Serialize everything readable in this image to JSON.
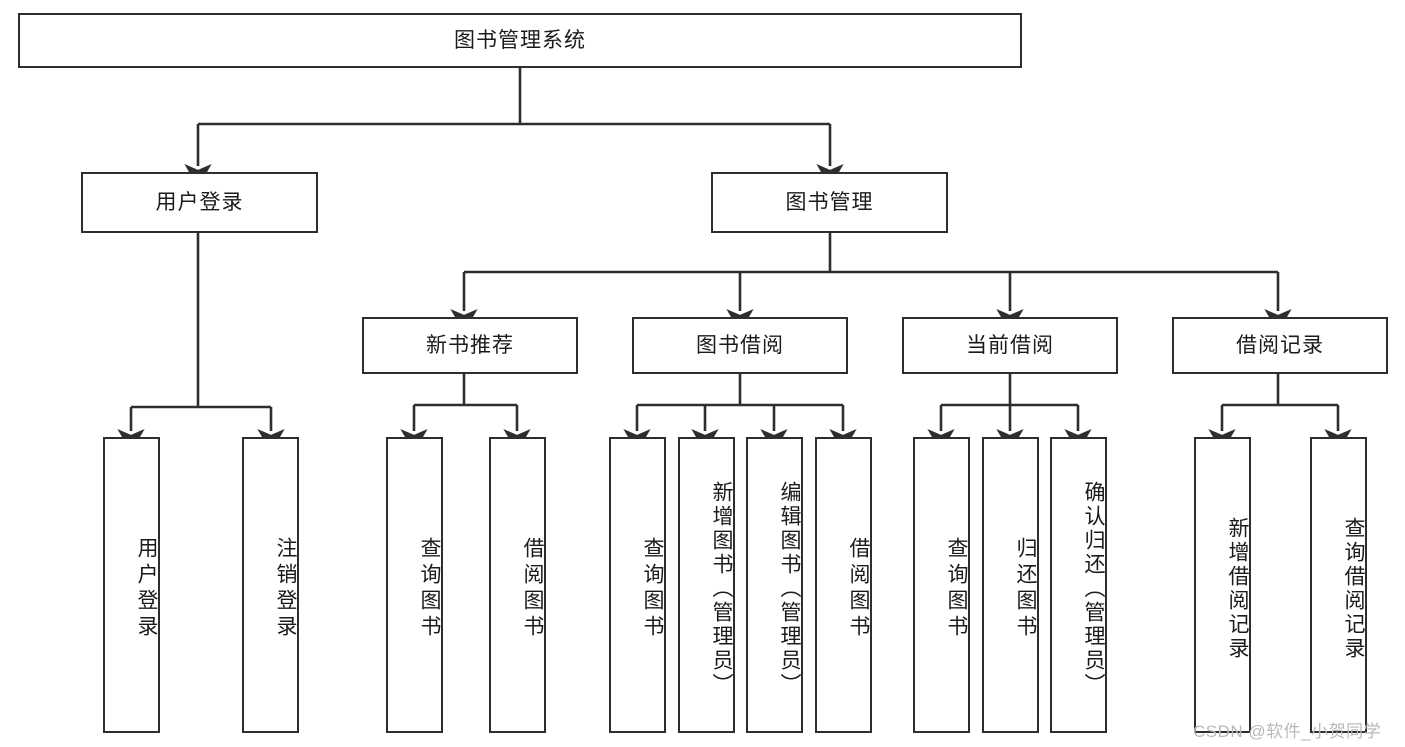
{
  "diagram": {
    "title": "图书管理系统",
    "watermark": "CSDN @软件_小贺同学",
    "stroke_color": "#2e2e2e",
    "background_color": "#ffffff",
    "nodes": {
      "root": {
        "label": "图书管理系统"
      },
      "level2": [
        {
          "label": "用户登录"
        },
        {
          "label": "图书管理"
        }
      ],
      "level3": [
        {
          "label": "新书推荐"
        },
        {
          "label": "图书借阅"
        },
        {
          "label": "当前借阅"
        },
        {
          "label": "借阅记录"
        }
      ],
      "leaves": {
        "user_login": [
          {
            "label": "用户登录"
          },
          {
            "label": "注销登录"
          }
        ],
        "new_book_recommend": [
          {
            "label": "查询图书"
          },
          {
            "label": "借阅图书"
          }
        ],
        "book_borrow": [
          {
            "label": "查询图书"
          },
          {
            "label": "新增图书（管理员）"
          },
          {
            "label": "编辑图书（管理员）"
          },
          {
            "label": "借阅图书"
          }
        ],
        "current_borrow": [
          {
            "label": "查询图书"
          },
          {
            "label": "归还图书"
          },
          {
            "label": "确认归还（管理员）"
          }
        ],
        "borrow_record": [
          {
            "label": "新增借阅记录"
          },
          {
            "label": "查询借阅记录"
          }
        ]
      }
    }
  }
}
